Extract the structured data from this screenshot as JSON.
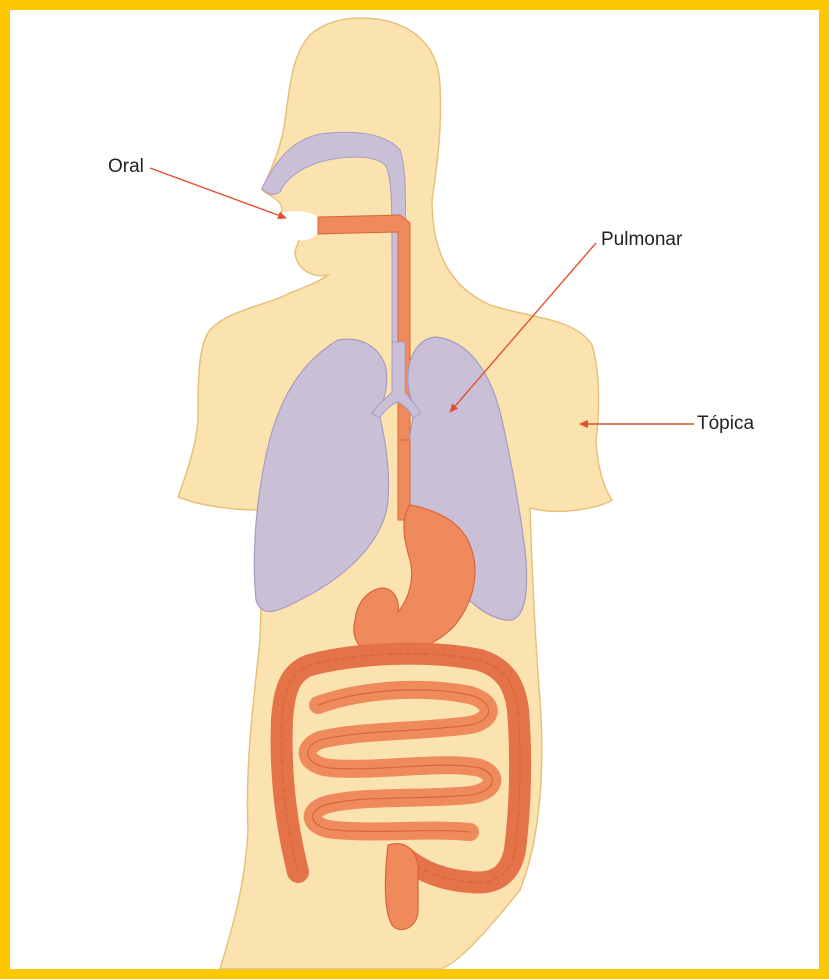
{
  "labels": {
    "oral": "Oral",
    "pulmonar": "Pulmonar",
    "topica": "Tópica"
  },
  "colors": {
    "frame": "#FCC800",
    "body": "#FBE3B0",
    "body_outline": "#E8C07C",
    "lungs": "#C9BFD6",
    "lungs_outline": "#A99BBF",
    "digestive": "#EE8A5C",
    "digestive_outline": "#D9653A",
    "arrow": "#E4502E"
  },
  "icons": [
    "human-body-figure",
    "lungs-icon",
    "stomach-icon",
    "intestines-icon"
  ]
}
